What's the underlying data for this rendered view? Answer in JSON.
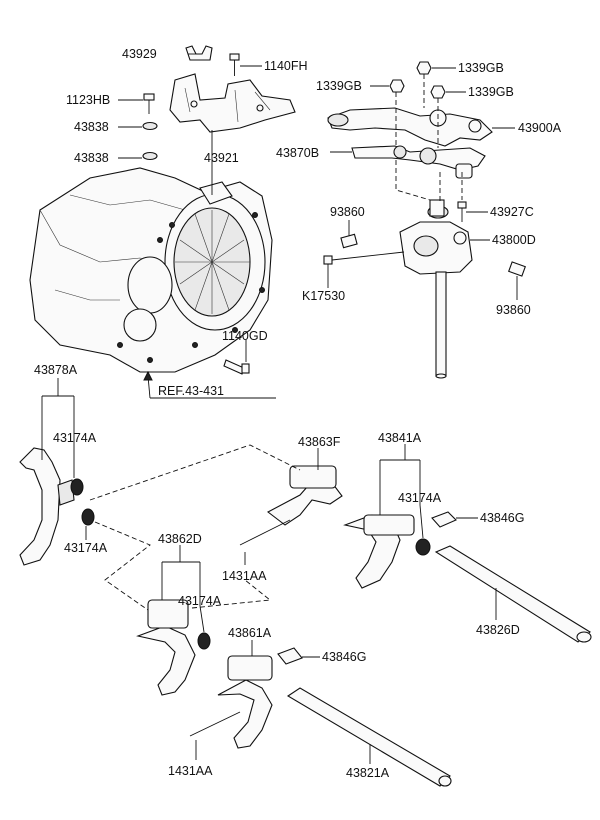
{
  "labels": {
    "p43929": "43929",
    "p1140FH": "1140FH",
    "p1123HB": "1123HB",
    "p43838a": "43838",
    "p43838b": "43838",
    "p43921": "43921",
    "p1339GB_top": "1339GB",
    "p1339GB_left": "1339GB",
    "p1339GB_right": "1339GB",
    "p43900A": "43900A",
    "p43870B": "43870B",
    "p93860a": "93860",
    "p43927C": "43927C",
    "p43800D": "43800D",
    "pK17530": "K17530",
    "p93860b": "93860",
    "p1140GD": "1140GD",
    "p43878A": "43878A",
    "ref": "REF.43-431",
    "p43174A_1": "43174A",
    "p43174A_2": "43174A",
    "p43863F": "43863F",
    "p43841A": "43841A",
    "p43174A_3": "43174A",
    "p43846G_1": "43846G",
    "p43862D": "43862D",
    "p43174A_4": "43174A",
    "p1431AA_1": "1431AA",
    "p43826D": "43826D",
    "p43861A": "43861A",
    "p43846G_2": "43846G",
    "p1431AA_2": "1431AA",
    "p43821A": "43821A"
  }
}
